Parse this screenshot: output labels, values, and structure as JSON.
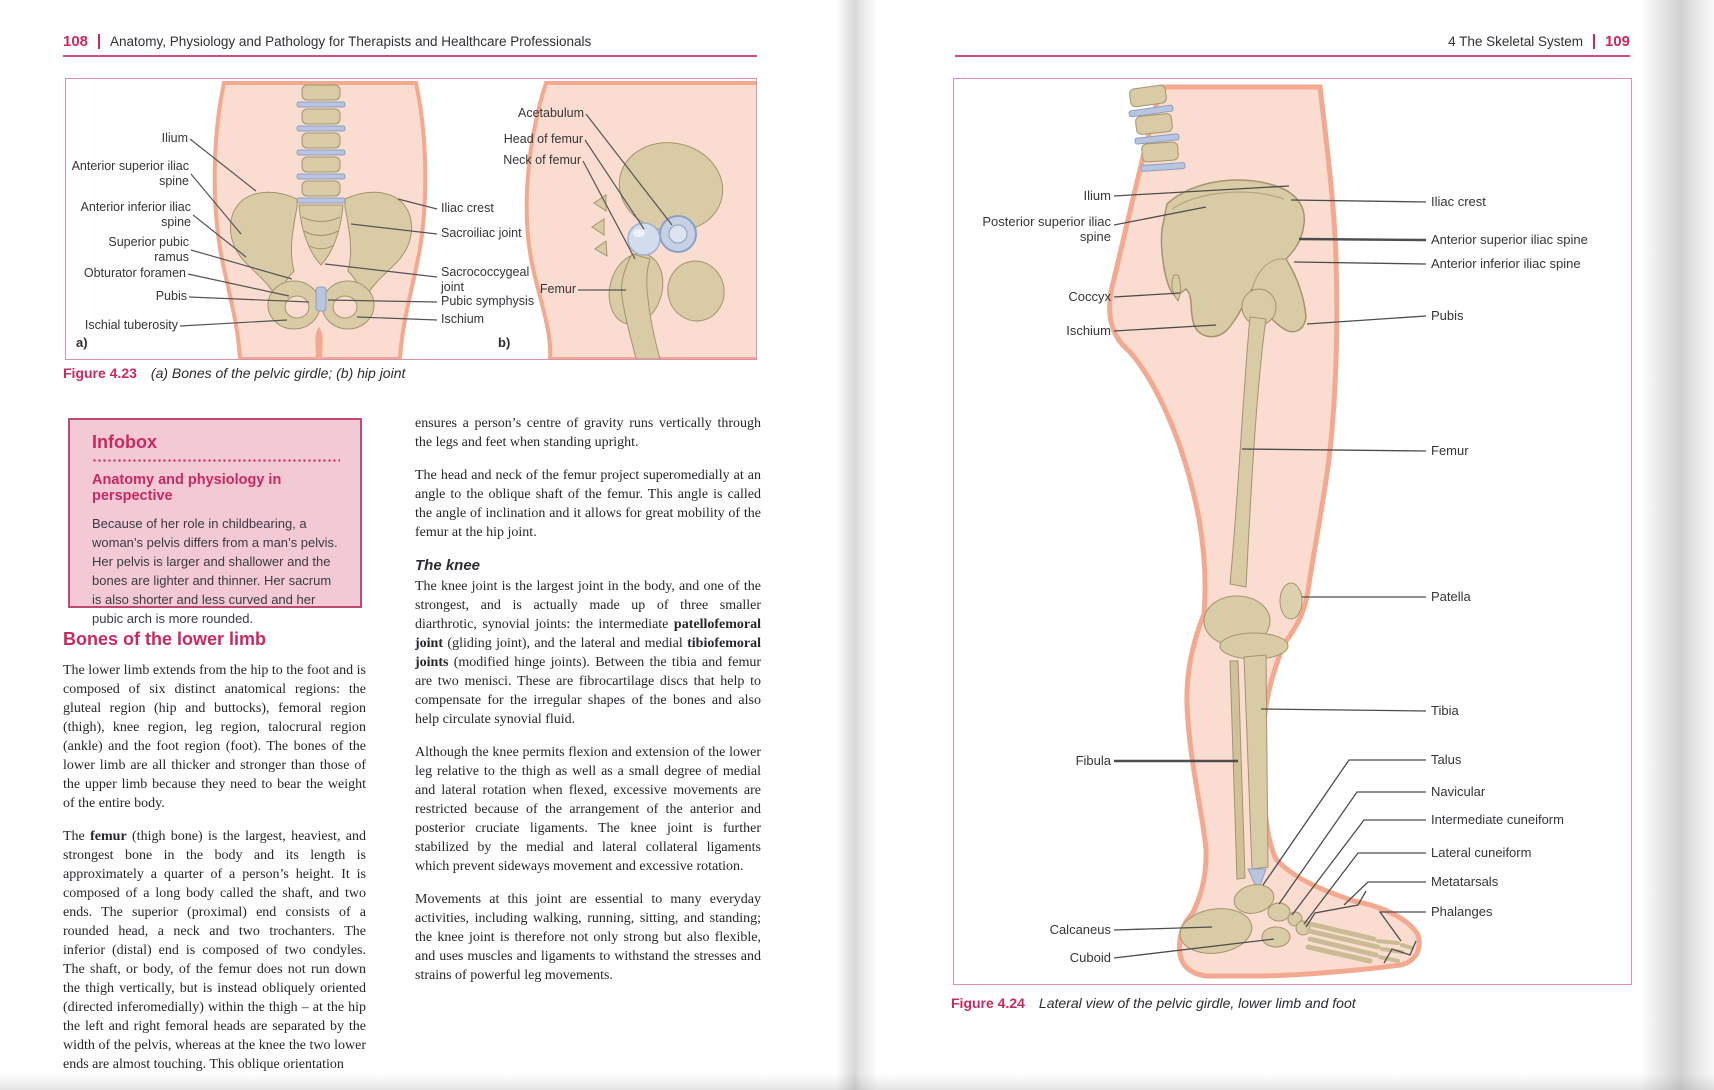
{
  "palette": {
    "accent_crimson": "#c8295f",
    "rule_pink": "#d04f7e",
    "figure_border_pink": "#dc8fae",
    "infobox_bg": "#f3c9d6",
    "infobox_border": "#bf4a72",
    "skin": "#fbdcd0",
    "skin_outline": "#f3a98f",
    "bone": "#d8cba6",
    "bone_outline": "#a3946c",
    "joint_blue": "#c6d1e4",
    "body_text": "#26262b"
  },
  "left_page": {
    "page_number": "108",
    "running_title": "Anatomy, Physiology and Pathology for Therapists and Healthcare Professionals",
    "figure423": {
      "caption_label": "Figure 4.23",
      "caption_text": "(a) Bones of the pelvic girdle; (b) hip joint",
      "panel_a_letter": "a)",
      "panel_b_letter": "b)",
      "labels": {
        "ilium": "Ilium",
        "asis": "Anterior superior iliac spine",
        "aiis": "Anterior inferior iliac spine",
        "superior_pubic_ramus": "Superior pubic ramus",
        "obturator_foramen": "Obturator foramen",
        "pubis": "Pubis",
        "ischial_tuberosity": "Ischial tuberosity",
        "iliac_crest": "Iliac crest",
        "sacroiliac_joint": "Sacroiliac joint",
        "sacrococcygeal_joint": "Sacrococcygeal joint",
        "pubic_symphysis": "Pubic symphysis",
        "ischium": "Ischium",
        "acetabulum": "Acetabulum",
        "head_of_femur": "Head of femur",
        "neck_of_femur": "Neck of femur",
        "femur": "Femur"
      }
    },
    "infobox": {
      "title": "Infobox",
      "subtitle": "Anatomy and physiology in perspective",
      "body": "Because of her role in childbearing, a woman’s pelvis differs from a man’s pelvis. Her pelvis is larger and shallower and the bones are lighter and thinner. Her sacrum is also shorter and less curved and her pubic arch is more rounded."
    },
    "section_heading": "Bones of the lower limb",
    "col1_para1": "The lower limb extends from the hip to the foot and is composed of six distinct anatomical regions: the gluteal region (hip and buttocks), femoral region (thigh), knee region, leg region, talocrural region (ankle) and the foot region (foot). The bones of the lower limb are all thicker and stronger than those of the upper limb because they need to bear the weight of the entire body.",
    "col1_para2": [
      {
        "t": "The "
      },
      {
        "t": "femur",
        "b": true
      },
      {
        "t": " (thigh bone) is the largest, heaviest, and strongest bone in the body and its length is approximately a quarter of a person’s height. It is composed of a long body called the shaft, and two ends. The superior (proximal) end consists of a rounded head, a neck and two trochanters. The inferior (distal) end is composed of two condyles. The shaft, or body, of the femur does not run down the thigh vertically, but is instead obliquely oriented (directed inferomedially) within the thigh – at the hip the left and right femoral heads are separated by the width of the pelvis, whereas at the knee the two lower ends are almost touching. This oblique orientation"
      }
    ],
    "col2_para1": "ensures a person’s centre of gravity runs vertically through the legs and feet when standing upright.",
    "col2_para2": "The head and neck of the femur project superomedially at an angle to the oblique shaft of the femur. This angle is called the angle of inclination and it allows for great mobility of the femur at the hip joint.",
    "knee_heading": "The knee",
    "col2_para3": [
      {
        "t": "The knee joint is the largest joint in the body, and one of the strongest, and is actually made up of three smaller diarthrotic, synovial joints: the intermediate "
      },
      {
        "t": "patellofemoral joint",
        "b": true
      },
      {
        "t": " (gliding joint), and the lateral and medial "
      },
      {
        "t": "tibiofemoral joints",
        "b": true
      },
      {
        "t": " (modified hinge joints). Between the tibia and femur are two menisci. These are fibrocartilage discs that help to compensate for the irregular shapes of the bones and also help circulate synovial fluid."
      }
    ],
    "col2_para4": "Although the knee permits flexion and extension of the lower leg relative to the thigh as well as a small degree of medial and lateral rotation when flexed, excessive movements are restricted because of the arrangement of the anterior and posterior cruciate ligaments. The knee joint is further stabilized by the medial and lateral collateral ligaments which prevent sideways movement and excessive rotation.",
    "col2_para5": "Movements at this joint are essential to many everyday activities, including walking, running, sitting, and standing; the knee joint is therefore not only strong but also flexible, and uses muscles and ligaments to withstand the stresses and strains of powerful leg movements."
  },
  "right_page": {
    "chapter_title": "4 The Skeletal System",
    "page_number": "109",
    "figure424": {
      "caption_label": "Figure 4.24",
      "caption_text": "Lateral view of the pelvic girdle, lower limb and foot",
      "labels": {
        "ilium": "Ilium",
        "psis": "Posterior superior iliac spine",
        "coccyx": "Coccyx",
        "ischium": "Ischium",
        "iliac_crest": "Iliac crest",
        "asis": "Anterior superior iliac spine",
        "aiis": "Anterior inferior iliac spine",
        "pubis": "Pubis",
        "femur": "Femur",
        "patella": "Patella",
        "tibia": "Tibia",
        "fibula": "Fibula",
        "talus": "Talus",
        "navicular": "Navicular",
        "intermediate_cuneiform": "Intermediate cuneiform",
        "lateral_cuneiform": "Lateral cuneiform",
        "metatarsals": "Metatarsals",
        "phalanges": "Phalanges",
        "calcaneus": "Calcaneus",
        "cuboid": "Cuboid"
      }
    }
  }
}
